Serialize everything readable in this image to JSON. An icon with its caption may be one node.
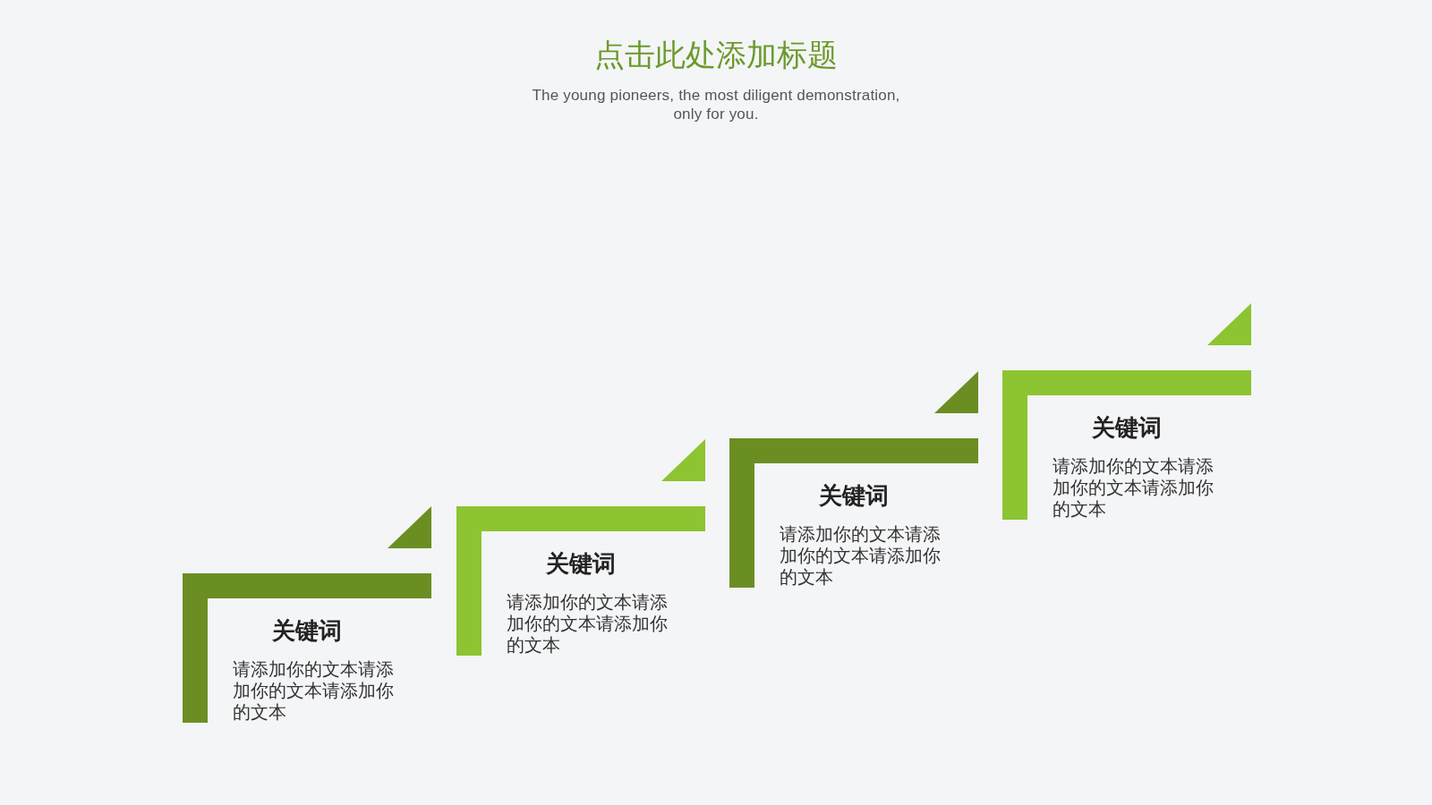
{
  "diagram": {
    "title": "点击此处添加标题",
    "nodes": [
      {
        "text": [
          "关键词",
          "请添加你的文本请添加你的文本请添加你的文本"
        ]
      },
      {
        "text": [
          "关键词",
          "请添加你的文本请添加你的文本请添加你的文本"
        ]
      },
      {
        "text": [
          "关键词",
          "请添加你的文本请添加你的文本请添加你的文本"
        ]
      },
      {
        "text": [
          "关键词",
          "请添加你的文本请添加你的文本请添加你的文本"
        ]
      }
    ],
    "labels": [
      "The young pioneers, the most diligent demonstration, only for you."
    ]
  }
}
